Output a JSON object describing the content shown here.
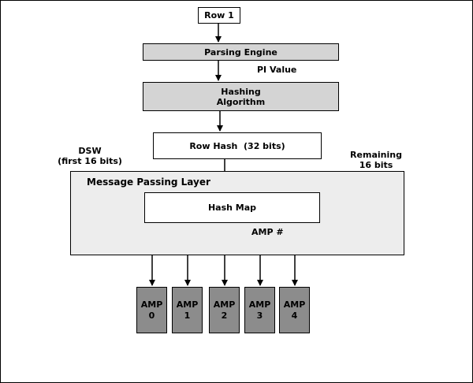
{
  "nodes": {
    "row1": "Row 1",
    "parsing_engine": "Parsing Engine",
    "hashing_line1": "Hashing",
    "hashing_line2": "Algorithm",
    "row_hash": "Row Hash  (32 bits)",
    "message_passing_layer": "Message Passing Layer",
    "hash_map": "Hash Map"
  },
  "edge_labels": {
    "pi_value": "PI Value",
    "dsw_line1": "DSW",
    "dsw_line2": "(first 16 bits)",
    "remaining_line1": "Remaining",
    "remaining_line2": "16 bits",
    "amp_number": "AMP #"
  },
  "amps": [
    {
      "line1": "AMP",
      "line2": "0"
    },
    {
      "line1": "AMP",
      "line2": "1"
    },
    {
      "line1": "AMP",
      "line2": "2"
    },
    {
      "line1": "AMP",
      "line2": "3"
    },
    {
      "line1": "AMP",
      "line2": "4"
    }
  ],
  "colors": {
    "process_fill": "#d4d4d4",
    "layer_fill": "#ededed",
    "amp_fill": "#8c8c8c",
    "stroke": "#000000"
  }
}
